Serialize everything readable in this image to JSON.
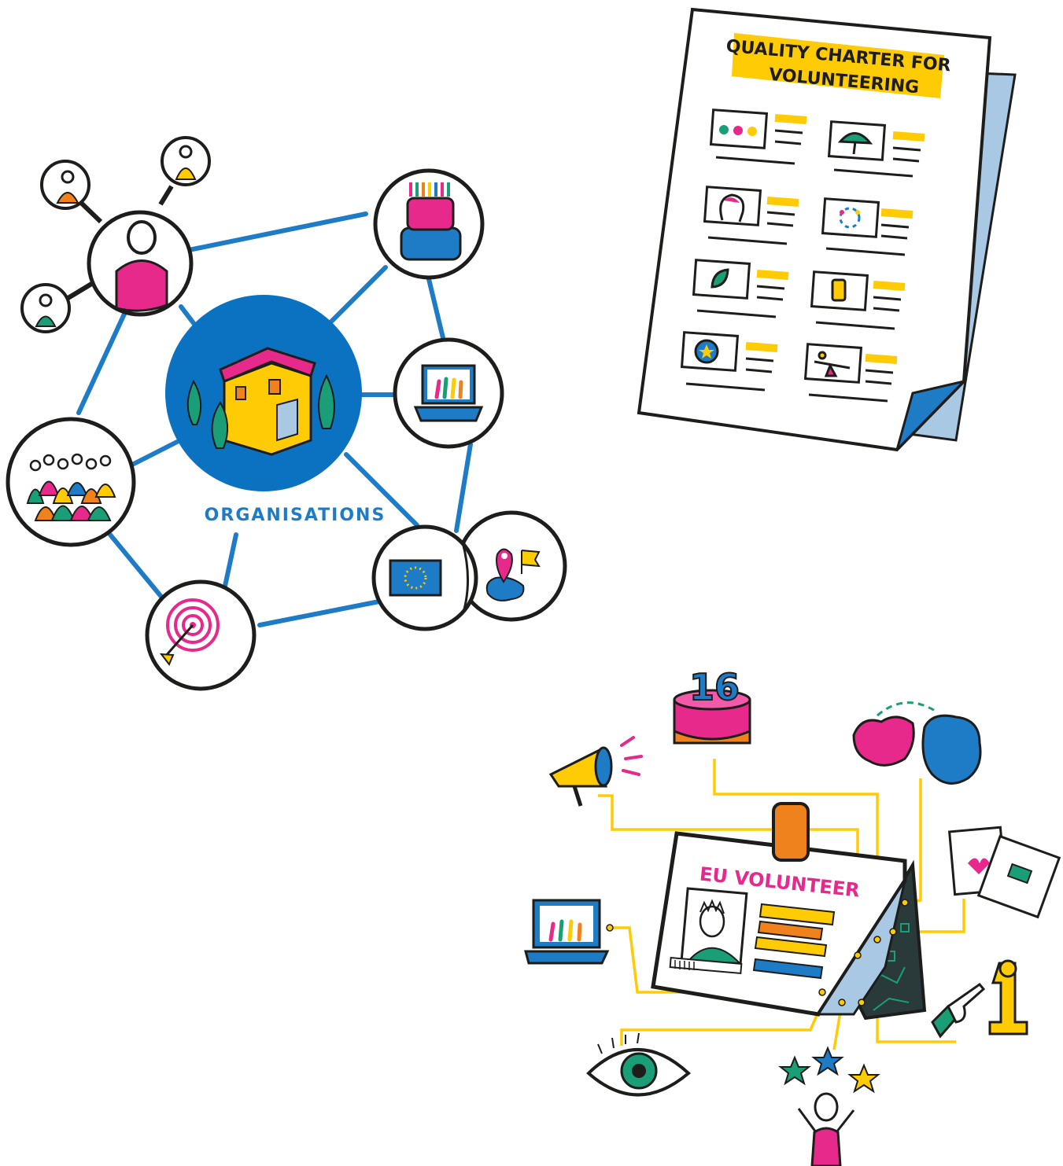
{
  "network": {
    "center_label": "ORGANISATIONS"
  },
  "charter": {
    "title_line1": "QUALITY CHARTER FOR",
    "title_line2": "VOLUNTEERING",
    "icons": [
      "people-icon",
      "umbrella-icon",
      "head-icon",
      "cycle-icon",
      "leaf-icon",
      "phone-icon",
      "star-icon",
      "balance-icon"
    ]
  },
  "volunteer_card": {
    "title": "EU VOLUNTEER",
    "cake_number": "16"
  },
  "colors": {
    "blue": "#0a72c0",
    "pink": "#e8298c",
    "yellow": "#ffcb05",
    "orange": "#f0821e",
    "green": "#1a9e77",
    "ink": "#1d1d1b",
    "paper_blue": "#a9c8e4"
  }
}
